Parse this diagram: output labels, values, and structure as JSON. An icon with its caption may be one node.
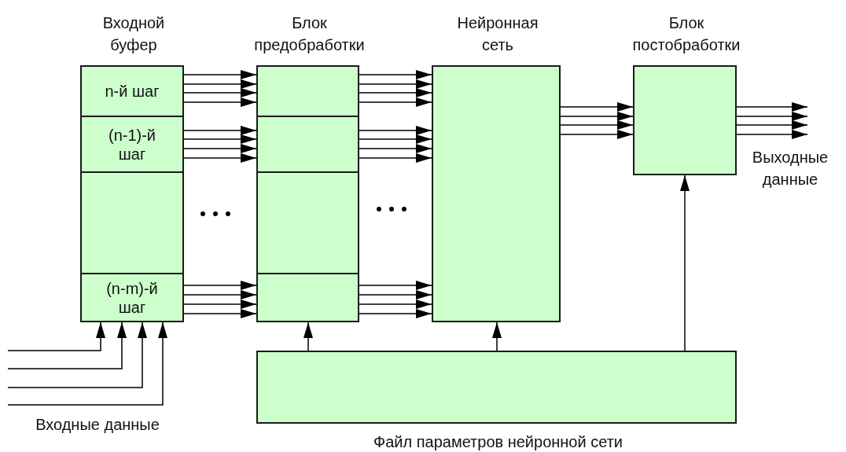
{
  "diagram": {
    "nodes": [
      {
        "text": [
          "Входной буфер"
        ]
      },
      {
        "text": [
          "n-й шаг"
        ],
        "in": 0
      },
      {
        "text": [
          "(n-1)-й шаг"
        ],
        "in": 0
      },
      {
        "text": [],
        "shape": "box",
        "in": 0
      },
      {
        "text": [
          "(n-m)-й шаг"
        ],
        "in": 0
      },
      {
        "text": [
          "Блок предобработки"
        ]
      },
      {
        "text": [],
        "shape": "box",
        "in": 5
      },
      {
        "text": [],
        "shape": "box",
        "in": 5
      },
      {
        "text": [],
        "shape": "box",
        "in": 5
      },
      {
        "text": [],
        "shape": "box",
        "in": 5
      },
      {
        "text": [
          "Нейронная сеть"
        ]
      },
      {
        "text": [
          "Блок постобработки"
        ]
      },
      {
        "text": [
          "Файл параметров нейронной сети"
        ]
      }
    ],
    "edges": [
      {
        "from": 1,
        "to": 6,
        "arrow": "to"
      },
      {
        "from": 1,
        "to": 6,
        "arrow": "to"
      },
      {
        "from": 1,
        "to": 6,
        "arrow": "to"
      },
      {
        "from": 1,
        "to": 6,
        "arrow": "to"
      },
      {
        "from": 2,
        "to": 7,
        "arrow": "to"
      },
      {
        "from": 2,
        "to": 7,
        "arrow": "to"
      },
      {
        "from": 2,
        "to": 7,
        "arrow": "to"
      },
      {
        "from": 2,
        "to": 7,
        "arrow": "to"
      },
      {
        "from": 4,
        "to": 9,
        "arrow": "to"
      },
      {
        "from": 4,
        "to": 9,
        "arrow": "to"
      },
      {
        "from": 4,
        "to": 9,
        "arrow": "to"
      },
      {
        "from": 4,
        "to": 9,
        "arrow": "to"
      },
      {
        "from": 6,
        "to": 10,
        "arrow": "to"
      },
      {
        "from": 6,
        "to": 10,
        "arrow": "to"
      },
      {
        "from": 6,
        "to": 10,
        "arrow": "to"
      },
      {
        "from": 6,
        "to": 10,
        "arrow": "to"
      },
      {
        "from": 7,
        "to": 10,
        "arrow": "to"
      },
      {
        "from": 7,
        "to": 10,
        "arrow": "to"
      },
      {
        "from": 7,
        "to": 10,
        "arrow": "to"
      },
      {
        "from": 7,
        "to": 10,
        "arrow": "to"
      },
      {
        "from": 9,
        "to": 10,
        "arrow": "to"
      },
      {
        "from": 9,
        "to": 10,
        "arrow": "to"
      },
      {
        "from": 9,
        "to": 10,
        "arrow": "to"
      },
      {
        "from": 9,
        "to": 10,
        "arrow": "to"
      },
      {
        "from": 10,
        "to": 11,
        "arrow": "to"
      },
      {
        "from": 10,
        "to": 11,
        "arrow": "to"
      },
      {
        "from": 10,
        "to": 11,
        "arrow": "to"
      },
      {
        "from": 10,
        "to": 11,
        "arrow": "to"
      },
      {
        "from": 11,
        "to": null,
        "arrow": "to"
      },
      {
        "from": 11,
        "to": null,
        "arrow": "to"
      },
      {
        "from": 11,
        "to": null,
        "arrow": "to"
      },
      {
        "from": 11,
        "to": null,
        "arrow": "to"
      },
      {
        "from": null,
        "to": 4,
        "arrow": "to"
      },
      {
        "from": null,
        "to": 4,
        "arrow": "to"
      },
      {
        "from": null,
        "to": 4,
        "arrow": "to"
      },
      {
        "from": null,
        "to": 4,
        "arrow": "to"
      },
      {
        "from": 12,
        "to": 9,
        "arrow": "to"
      },
      {
        "from": 12,
        "to": 10,
        "arrow": "to"
      },
      {
        "from": 12,
        "to": 11,
        "arrow": "to"
      }
    ],
    "labels": [
      "Выходные данные",
      "Входные данные"
    ]
  }
}
